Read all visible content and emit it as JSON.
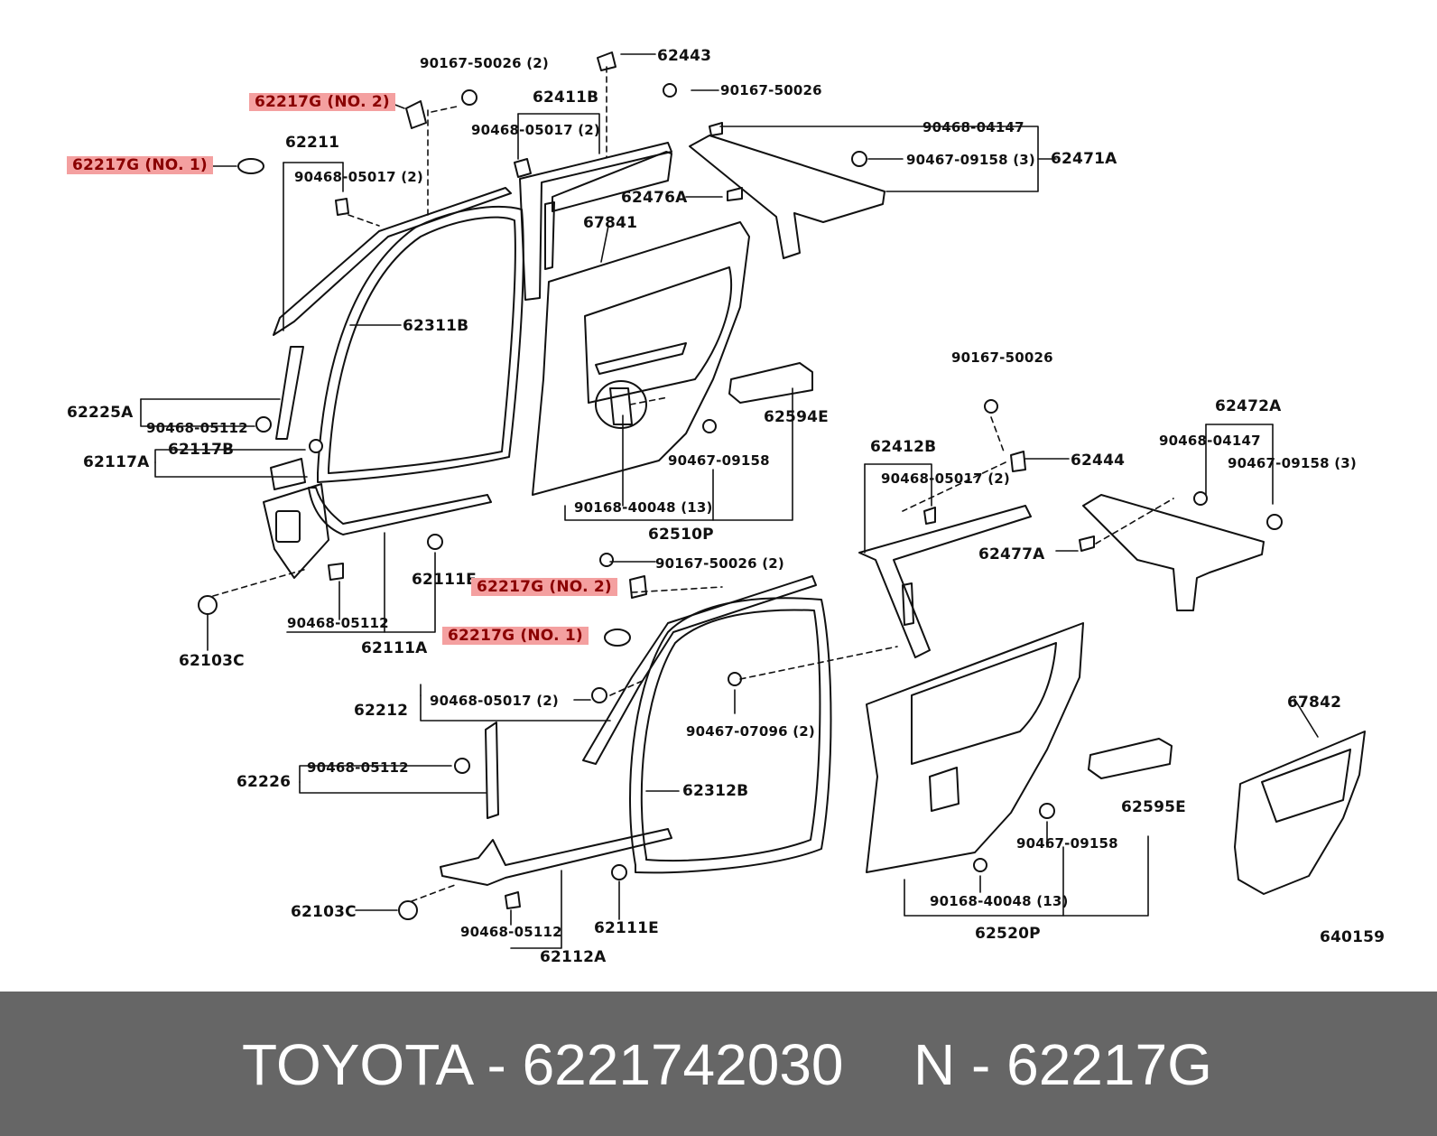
{
  "diagram": {
    "labels": {
      "p90167_50026_2_top": "90167-50026 (2)",
      "p62443": "62443",
      "p90167_50026_top": "90167-50026",
      "p62217g_no2_top": "62217G (NO. 2)",
      "p62411b": "62411B",
      "p90468_05017_2_a": "90468-05017 (2)",
      "p90468_04147_top": "90468-04147",
      "p62217g_no1_top": "62217G (NO. 1)",
      "p62211": "62211",
      "p90468_05017_2_b": "90468-05017 (2)",
      "p90467_09158_3_top": "90467-09158 (3)",
      "p62471a": "62471A",
      "p62476a": "62476A",
      "p67841": "67841",
      "p62311b": "62311B",
      "p62225a": "62225A",
      "p90468_05112_a": "90468-05112",
      "p62117b": "62117B",
      "p62117a": "62117A",
      "p62594e": "62594E",
      "p90467_09158_a": "90467-09158",
      "p90168_40048_13_a": "90168-40048 (13)",
      "p62510p": "62510P",
      "p90167_50026_right": "90167-50026",
      "p62444": "62444",
      "p62412b": "62412B",
      "p90468_05017_2_c": "90468-05017 (2)",
      "p62472a": "62472A",
      "p90468_04147_right": "90468-04147",
      "p90467_09158_3_right": "90467-09158 (3)",
      "p62111e_a": "62111E",
      "p90167_50026_2_mid": "90167-50026 (2)",
      "p62217g_no2_mid": "62217G (NO. 2)",
      "p62477a": "62477A",
      "p90468_05112_b": "90468-05112",
      "p62111a": "62111A",
      "p62217g_no1_mid": "62217G (NO. 1)",
      "p62103c_a": "62103C",
      "p62212": "62212",
      "p90468_05017_2_d": "90468-05017 (2)",
      "p90467_07096_2": "90467-07096 (2)",
      "p67842": "67842",
      "p62226": "62226",
      "p90468_05112_c": "90468-05112",
      "p62312b": "62312B",
      "p62595e": "62595E",
      "p90467_09158_b": "90467-09158",
      "p90168_40048_13_b": "90168-40048 (13)",
      "p62103c_b": "62103C",
      "p90468_05112_d": "90468-05112",
      "p62111e_b": "62111E",
      "p62520p": "62520P",
      "p62112a": "62112A",
      "p640159": "640159"
    }
  },
  "footer": {
    "brand_part": "TOYOTA - 6221742030",
    "ref": "N - 62217G"
  },
  "colors": {
    "highlight": "#f4a0a0",
    "footer_bg": "#666666"
  }
}
